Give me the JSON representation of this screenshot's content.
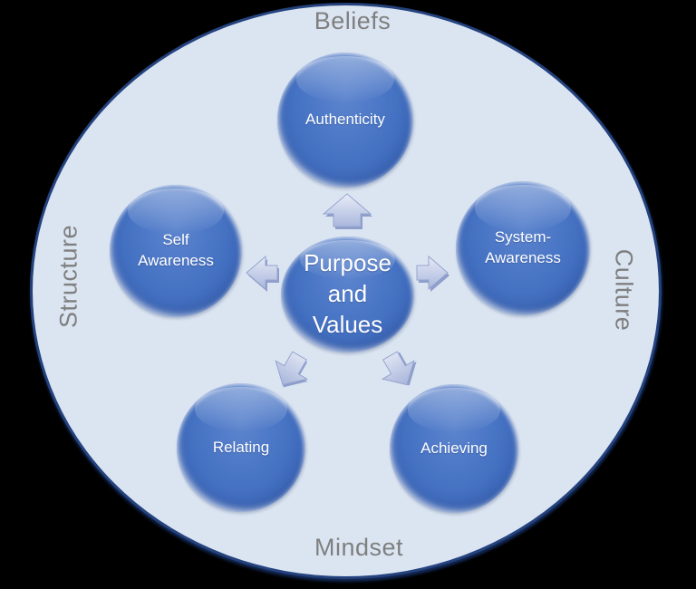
{
  "outer": {
    "top_label": "Beliefs",
    "right_label": "Culture",
    "bottom_label": "Mindset",
    "left_label": "Structure"
  },
  "center_node": {
    "label": "Purpose\nand\nValues"
  },
  "nodes": [
    {
      "id": "authenticity",
      "label": "Authenticity"
    },
    {
      "id": "system-awareness",
      "label": "System-\nAwareness"
    },
    {
      "id": "achieving",
      "label": "Achieving"
    },
    {
      "id": "relating",
      "label": "Relating"
    },
    {
      "id": "self-awareness",
      "label": "Self\nAwareness"
    }
  ],
  "icons": {
    "arrows": [
      "arrow-up-icon",
      "arrow-left-icon",
      "arrow-right-icon",
      "arrow-down-left-icon",
      "arrow-down-right-icon"
    ]
  },
  "colors": {
    "background": "#000000",
    "ellipse_fill": "#dbe5f2",
    "ellipse_border": "#24427e",
    "node_fill": "#4472c4",
    "node_text": "#ffffff",
    "outer_label_text": "#7f7f7f",
    "arrow_fill": "#c3cde9"
  }
}
